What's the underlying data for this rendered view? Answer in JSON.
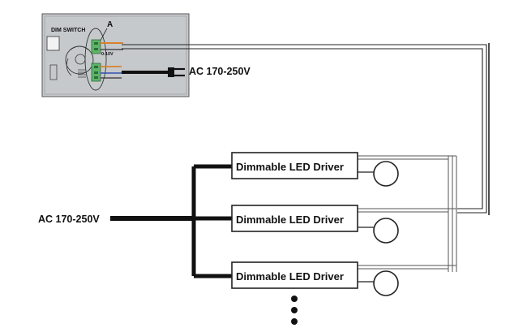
{
  "dim_switch": {
    "title": "DIM SWITCH",
    "terminal_marker": "A",
    "signal_label": "0-10V"
  },
  "ac_input_top": "AC 170-250V",
  "ac_input_left": "AC 170-250V",
  "drivers": [
    {
      "label": "Dimmable LED Driver"
    },
    {
      "label": "Dimmable LED Driver"
    },
    {
      "label": "Dimmable LED Driver"
    }
  ],
  "colors": {
    "panel_fill": "#c6c9cc",
    "wire": "#222222",
    "orange_wire": "#d9822b",
    "terminal_green": "#5fb36b"
  }
}
